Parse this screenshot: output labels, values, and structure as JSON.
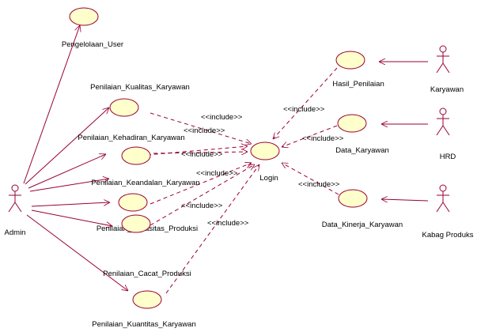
{
  "actors": {
    "admin": "Admin",
    "karyawan": "Karyawan",
    "hrd": "HRD",
    "kabag": "Kabag Produks"
  },
  "use_cases": {
    "pengelolaan_user": "Pengelolaan_User",
    "penilaian_kualitas": "Penilaian_Kualitas_Karyawan",
    "penilaian_kehadiran": "Penilaian_Kehadiran_Karyawan",
    "penilaian_keandalan": "Penilaian_Keandalan_Karyawan",
    "penilaian_kapasitas": "Penilaian_Kapasitas_Produksi",
    "penilaian_cacat": "Penilaian_Cacat_Produksi",
    "penilaian_kuantitas": "Penilaian_Kuantitas_Karyawan",
    "login": "Login",
    "hasil_penilaian": "Hasil_Penilaian",
    "data_karyawan": "Data_Karyawan",
    "data_kinerja": "Data_Kinerja_Karyawan"
  },
  "relations": {
    "include_label": "<<include>>"
  }
}
